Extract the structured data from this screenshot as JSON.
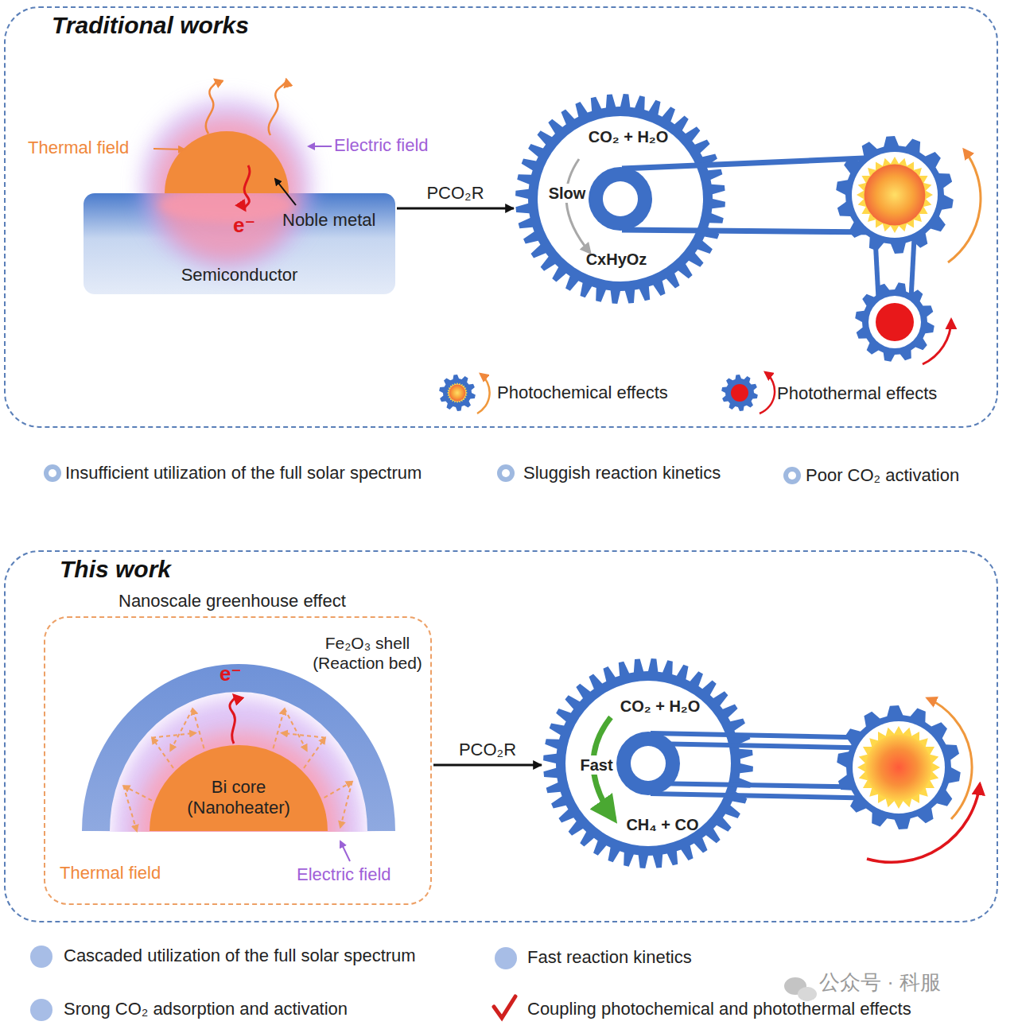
{
  "diagram": {
    "nodes": [
      {
        "text": [
          "Traditional works"
        ]
      },
      {
        "text": [
          "Semiconductor"
        ],
        "in": 0
      },
      {
        "text": [
          "CO₂ + H₂O",
          "Slow",
          "CxHyOz"
        ],
        "in": 0
      },
      {
        "text": [
          "This work"
        ]
      },
      {
        "text": [
          "Nanoscale greenhouse effect"
        ],
        "in": 3
      },
      {
        "text": [
          "Bi core (Nanoheater)"
        ],
        "in": 4
      },
      {
        "text": [
          "CO₂ + H₂O",
          "Fast",
          "CH₄ + CO"
        ],
        "in": 3
      }
    ],
    "edges": [
      {
        "from": 1,
        "to": 2,
        "arrow": "to",
        "label": "PCO₂R"
      },
      {
        "from": 4,
        "to": 6,
        "arrow": "to",
        "label": "PCO₂R"
      }
    ],
    "labels": [
      "Thermal field",
      "Electric field",
      "e⁻",
      "Noble metal",
      "Insufficient utilization of the full solar spectrum",
      "Sluggish reaction kinetics",
      "Poor CO₂ activation",
      "Fe₂O₃ shell (Reaction bed)",
      "e⁻",
      "Thermal field",
      "Electric field",
      "Cascaded utilization of the full solar spectrum",
      "Fast reaction kinetics",
      "Srong CO₂ adsorption and activation",
      "Coupling photochemical and photothermal effects",
      "公众号 · 科服"
    ],
    "legend": [
      {
        "text": "Photochemical effects"
      },
      {
        "text": "Photothermal effects"
      }
    ]
  }
}
